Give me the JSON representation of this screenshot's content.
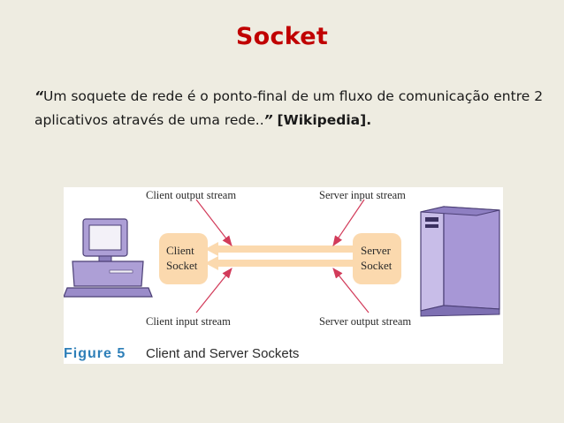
{
  "slide": {
    "title": "Socket",
    "quote": {
      "open_mark": "“",
      "text": "Um soquete de rede é o ponto-final de um fluxo de comunicação entre 2 aplicativos através de uma rede..",
      "close_mark": "”",
      "source": "[Wikipedia]."
    }
  },
  "figure": {
    "labels": {
      "client_output": "Client output stream",
      "server_input": "Server input stream",
      "client_input": "Client input stream",
      "server_output": "Server output stream"
    },
    "client_socket": [
      "Client",
      "Socket"
    ],
    "server_socket": [
      "Server",
      "Socket"
    ],
    "caption_number": "Figure 5",
    "caption_text": "Client and Server Sockets",
    "icons": [
      "desktop-computer-icon",
      "server-tower-icon"
    ],
    "colors": {
      "socket_fill": "#fbd9ae",
      "stream_fill": "#fbd9ae",
      "arrow_line": "#d23b5a",
      "device_fill": "#ad9fd6",
      "caption_accent": "#2e7fb8",
      "title": "#c00000"
    }
  }
}
